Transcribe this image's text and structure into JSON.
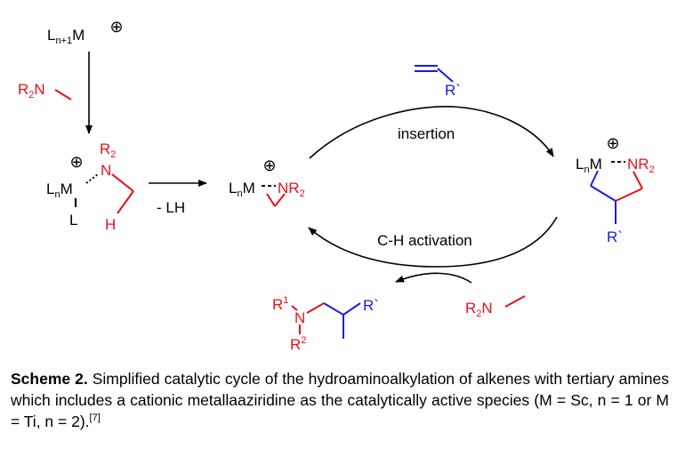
{
  "colors": {
    "black": "#000000",
    "red": "#e8101a",
    "blue": "#1a1ae8"
  },
  "scheme": {
    "top_complex": {
      "base": "L",
      "sub": "n+1",
      "metal": "M",
      "charge": "⊕"
    },
    "amine_left": {
      "r": "R",
      "sub": "2",
      "n": "N"
    },
    "complex_left": {
      "charge": "⊕",
      "ligand": "L",
      "ligand_sub": "n",
      "metal": "M",
      "r": "R",
      "r_sub": "2",
      "n": "N",
      "l": "L",
      "h": "H"
    },
    "arrow_label": "- LH",
    "aziridine": {
      "charge": "⊕",
      "ligand": "L",
      "ligand_sub": "n",
      "metal": "M",
      "nr": "NR",
      "nr_sub": "2"
    },
    "alkene": {
      "r": "R`"
    },
    "insertion_label": "insertion",
    "metallacycle": {
      "charge": "⊕",
      "ligand": "L",
      "ligand_sub": "n",
      "metal": "M",
      "nr": "NR",
      "nr_sub": "2",
      "r": "R`"
    },
    "ch_activation_label": "C-H activation",
    "amine_right": {
      "r": "R",
      "sub": "2",
      "n": "N"
    },
    "product": {
      "r1": "R",
      "r1_sup": "1",
      "n": "N",
      "r2": "R",
      "r2_sup": "2",
      "r": "R`"
    }
  },
  "caption": {
    "label": "Scheme 2.",
    "text": " Simplified catalytic cycle of the hydroaminoalkylation of alkenes with tertiary amines which includes a cationic metallaaziridine as the catalytically active species (M = Sc, n = 1 or M = Ti, n = 2).",
    "ref": "[7]"
  }
}
